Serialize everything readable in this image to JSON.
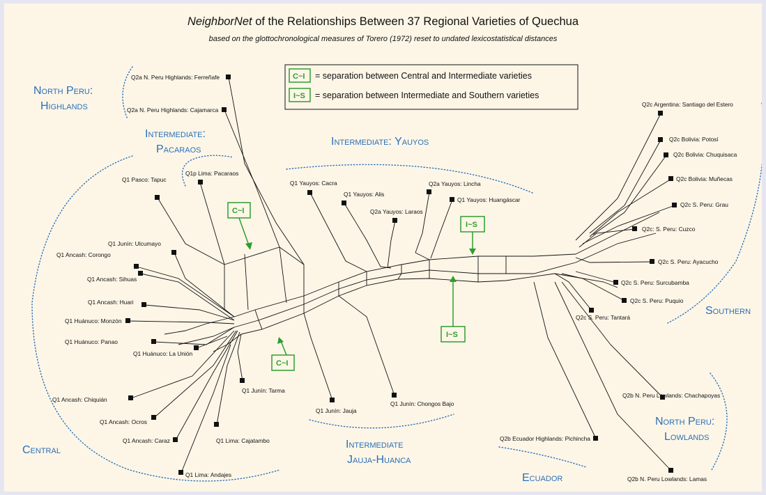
{
  "title_em": "NeighborNet",
  "title_rest": " of the Relationships Between 37 Regional Varieties of Quechua",
  "subtitle": "based on the glottochronological measures of Torero (1972) reset to undated lexicostatistical distances",
  "legend": {
    "ci_label": "C~I",
    "ci_text": "= separation between Central and Intermediate varieties",
    "is_label": "I~S",
    "is_text": "= separation between Intermediate and Southern varieties"
  },
  "markers": [
    "C~I",
    "I~S",
    "I~S",
    "C~I"
  ],
  "regions": [
    {
      "line1": "North Peru:",
      "line2": "Highlands"
    },
    {
      "line1": "Intermediate:",
      "line2": "Pacaraos"
    },
    {
      "line1": "Intermediate: Yauyos",
      "line2": ""
    },
    {
      "line1": "Central",
      "line2": ""
    },
    {
      "line1": "Intermediate",
      "line2": "Jauja-Huanca"
    },
    {
      "line1": "Ecuador",
      "line2": ""
    },
    {
      "line1": "North Peru:",
      "line2": "Lowlands"
    },
    {
      "line1": "Southern",
      "line2": ""
    }
  ],
  "leaves": [
    "Q2a N. Peru Highlands: Ferreñafe",
    "Q2a N. Peru Highlands: Cajamarca",
    "Q1p Lima: Pacaraos",
    "Q1 Pasco: Tapuc",
    "Q1 Yauyos: Cacra",
    "Q1 Yauyos: Alis",
    "Q2a Yauyos: Lincha",
    "Q1 Yauyos: Huangáscar",
    "Q2a Yauyos: Laraos",
    "Q1 Junín: Ulcumayo",
    "Q1 Ancash: Corongo",
    "Q1 Ancash: Sihuas",
    "Q1 Ancash: Huari",
    "Q1 Huánuco: Monzón",
    "Q1 Huánuco: Panao",
    "Q1 Huánuco: La Unión",
    "Q1 Junín: Tarma",
    "Q1 Ancash: Chiquián",
    "Q1 Ancash: Ocros",
    "Q1 Ancash: Caraz",
    "Q1 Lima: Cajatambo",
    "Q1 Lima: Andajes",
    "Q1 Junín: Jauja",
    "Q1 Junín: Chongos Bajo",
    "Q2c Argentina: Santiago del Estero",
    "Q2c Bolivia: Potosí",
    "Q2c Bolivia: Chuquisaca",
    "Q2c Bolivia: Muñecas",
    "Q2c S. Peru: Grau",
    "Q2c: S. Peru: Cuzco",
    "Q2c S. Peru: Ayacucho",
    "Q2c S. Peru: Surcubamba",
    "Q2c S. Peru: Puquio",
    "Q2c S. Peru: Tantará",
    "Q2b N. Peru Lowlands: Chachapoyas",
    "Q2b Ecuador Highlands: Pichincha",
    "Q2b N. Peru Lowlands: Lamas"
  ]
}
